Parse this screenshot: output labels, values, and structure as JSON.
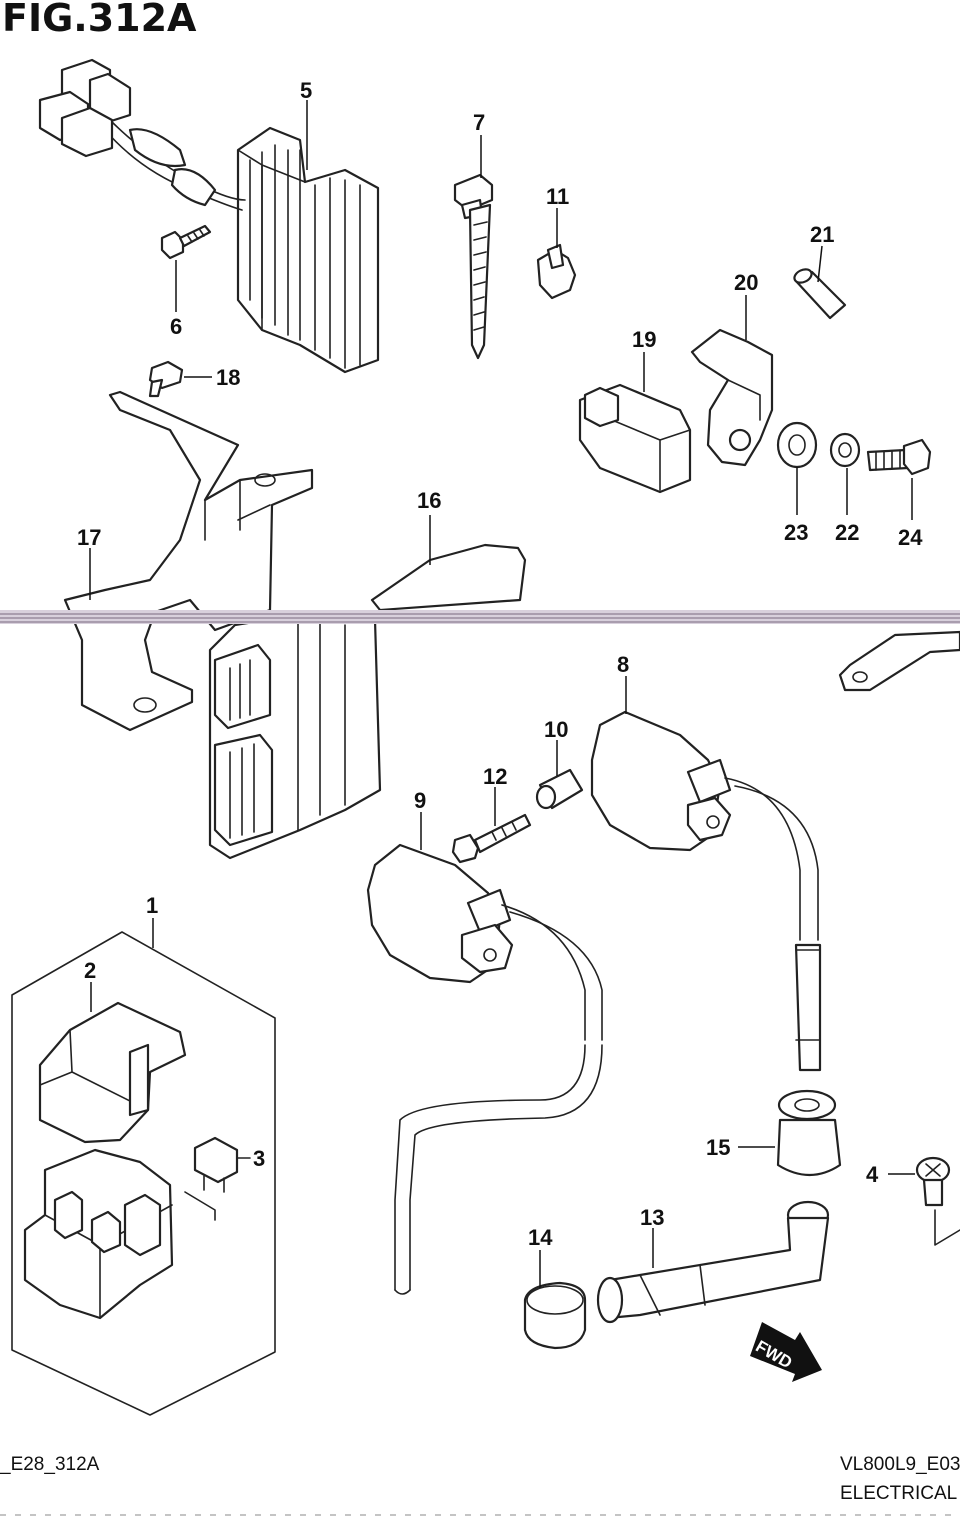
{
  "figure": {
    "title": "FIG.312A",
    "code_left": "_E28_312A",
    "code_right": "VL800L9_E03_",
    "section": "ELECTRICAL",
    "fwd_label": "FWD"
  },
  "callouts": {
    "c1": "1",
    "c2": "2",
    "c3": "3",
    "c4": "4",
    "c5": "5",
    "c6": "6",
    "c7": "7",
    "c8": "8",
    "c9": "9",
    "c10": "10",
    "c11": "11",
    "c12": "12",
    "c13": "13",
    "c14": "14",
    "c15": "15",
    "c16": "16",
    "c17": "17",
    "c18": "18",
    "c19": "19",
    "c20": "20",
    "c21": "21",
    "c22": "22",
    "c23": "23",
    "c24": "24"
  }
}
